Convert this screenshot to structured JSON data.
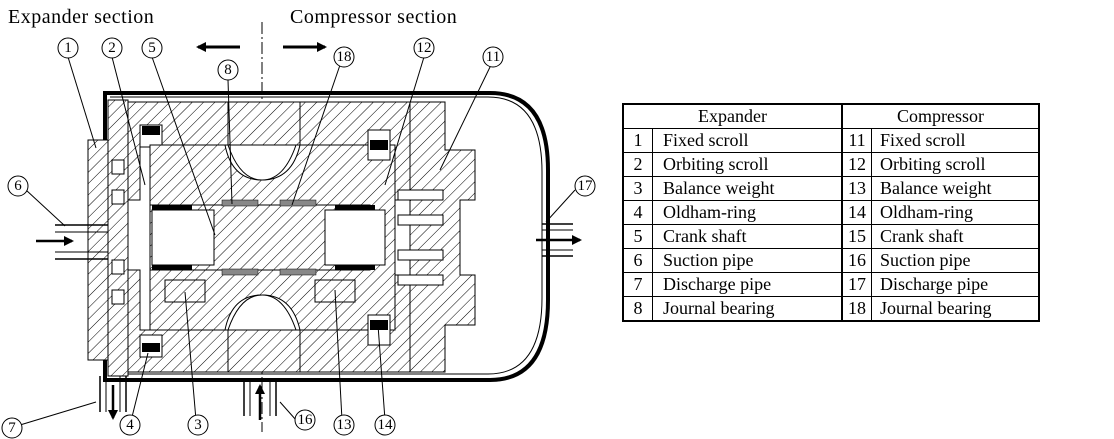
{
  "titles": {
    "expander": "Expander section",
    "compressor": "Compressor section"
  },
  "callouts": {
    "c1": "1",
    "c2": "2",
    "c3": "3",
    "c4": "4",
    "c5": "5",
    "c6": "6",
    "c7": "7",
    "c8": "8",
    "c11": "11",
    "c12": "12",
    "c13": "13",
    "c14": "14",
    "c16": "16",
    "c17": "17",
    "c18": "18"
  },
  "legend": {
    "expander_header": "Expander",
    "compressor_header": "Compressor",
    "rows": [
      {
        "en": "1",
        "ename": "Fixed scroll",
        "cn": "11",
        "cname": "Fixed scroll"
      },
      {
        "en": "2",
        "ename": "Orbiting scroll",
        "cn": "12",
        "cname": "Orbiting scroll"
      },
      {
        "en": "3",
        "ename": "Balance weight",
        "cn": "13",
        "cname": "Balance weight"
      },
      {
        "en": "4",
        "ename": "Oldham-ring",
        "cn": "14",
        "cname": "Oldham-ring"
      },
      {
        "en": "5",
        "ename": "Crank shaft",
        "cn": "15",
        "cname": "Crank shaft"
      },
      {
        "en": "6",
        "ename": "Suction pipe",
        "cn": "16",
        "cname": "Suction pipe"
      },
      {
        "en": "7",
        "ename": "Discharge pipe",
        "cn": "17",
        "cname": "Discharge pipe"
      },
      {
        "en": "8",
        "ename": "Journal bearing",
        "cn": "18",
        "cname": "Journal bearing"
      }
    ]
  }
}
